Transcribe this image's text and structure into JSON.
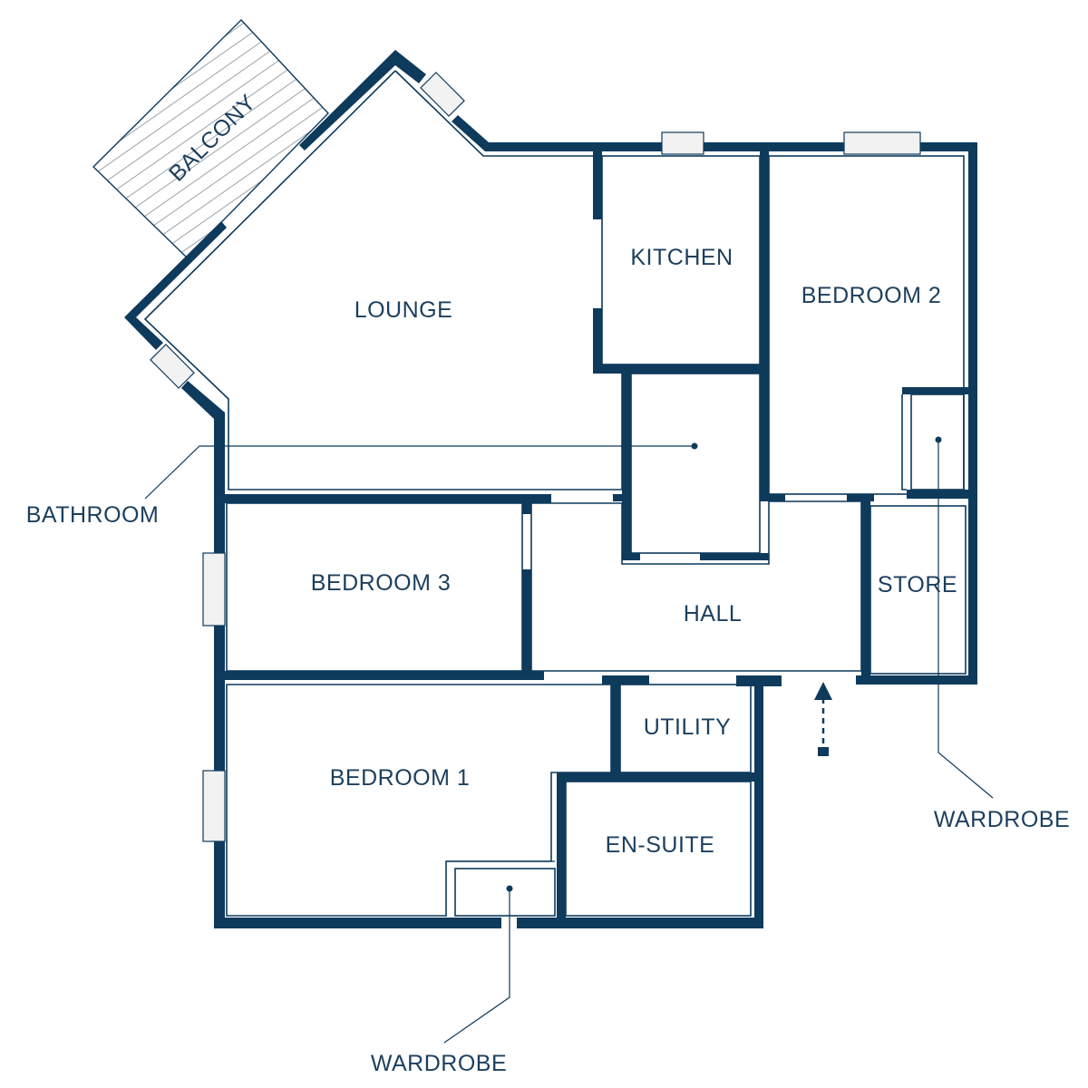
{
  "rooms": {
    "balcony": "BALCONY",
    "lounge": "LOUNGE",
    "kitchen": "KITCHEN",
    "bedroom2": "BEDROOM 2",
    "bathroom": "BATHROOM",
    "bedroom3": "BEDROOM 3",
    "hall": "HALL",
    "store": "STORE",
    "utility": "UTILITY",
    "bedroom1": "BEDROOM 1",
    "ensuite": "EN-SUITE",
    "wardrobe_right": "WARDROBE",
    "wardrobe_bottom": "WARDROBE"
  },
  "colors": {
    "wall": "#0e3a5c",
    "text": "#1c3f5e",
    "window_fill": "#f2f2f2"
  }
}
